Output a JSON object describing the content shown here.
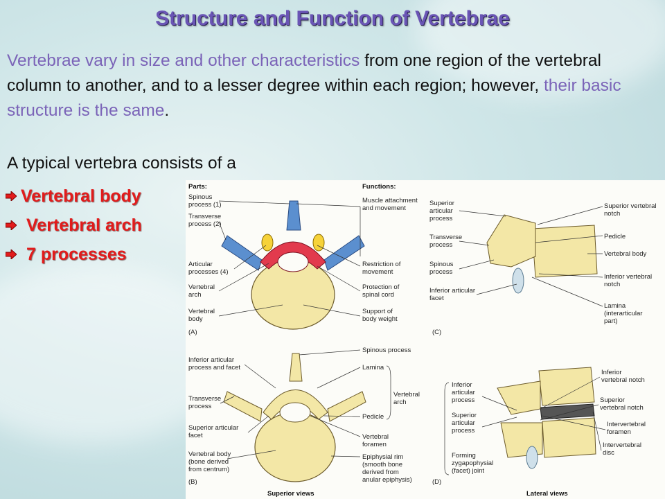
{
  "slide": {
    "title": "Structure and Function of Vertebrae",
    "paragraph": {
      "part1": "Vertebrae vary in size and other characteristics",
      "part2": " from one region of the vertebral column to another, and to a lesser degree within each region; however, ",
      "part3": "their basic structure is the same",
      "part4": "."
    },
    "lead": "A typical vertebra consists of a",
    "list": [
      "Vertebral body",
      "Vertebral arch",
      "7 processes"
    ],
    "colors": {
      "title": "#6a55b5",
      "highlight": "#7b64b8",
      "list": "#e21b1b"
    }
  },
  "figure": {
    "panelA": {
      "parts_header": "Parts:",
      "functions_header": "Functions:",
      "parts": [
        "Spinous",
        "process (1)",
        "Transverse",
        "process (2)",
        "Articular",
        "processes (4)",
        "Vertebral",
        "arch",
        "Vertebral",
        "body"
      ],
      "functions": [
        "Muscle attachment",
        "and movement",
        "Restriction of",
        "movement",
        "Protection of",
        "spinal cord",
        "Support of",
        "body weight"
      ],
      "tag": "(A)"
    },
    "panelB": {
      "left": [
        "Inferior articular",
        "process and facet",
        "Transverse",
        "process",
        "Superior articular",
        "facet",
        "Vertebral body",
        "(bone derived",
        "from centrum)"
      ],
      "right": [
        "Spinous process",
        "Lamina",
        "Vertebral",
        "arch",
        "Pedicle",
        "Vertebral",
        "foramen",
        "Epiphysial rim",
        "(smooth bone",
        "derived from",
        "anular epiphysis)"
      ],
      "tag": "(B)",
      "caption": "Superior views"
    },
    "panelC": {
      "left": [
        "Superior",
        "articular",
        "process",
        "Transverse",
        "process",
        "Spinous",
        "process",
        "Inferior articular",
        "facet"
      ],
      "right": [
        "Superior vertebral",
        "notch",
        "Pedicle",
        "Vertebral body",
        "Inferior vertebral",
        "notch",
        "Lamina",
        "(interarticular",
        "part)"
      ],
      "tag": "(C)"
    },
    "panelD": {
      "left": [
        "Inferior",
        "articular",
        "process",
        "Superior",
        "articular",
        "process",
        "Forming",
        "zygapophysial",
        "(facet) joint"
      ],
      "right": [
        "Inferior",
        "vertebral notch",
        "Superior",
        "vertebral notch",
        "Intervertebral",
        "foramen",
        "Intervertebral",
        "disc"
      ],
      "tag": "(D)",
      "caption": "Lateral views"
    }
  }
}
